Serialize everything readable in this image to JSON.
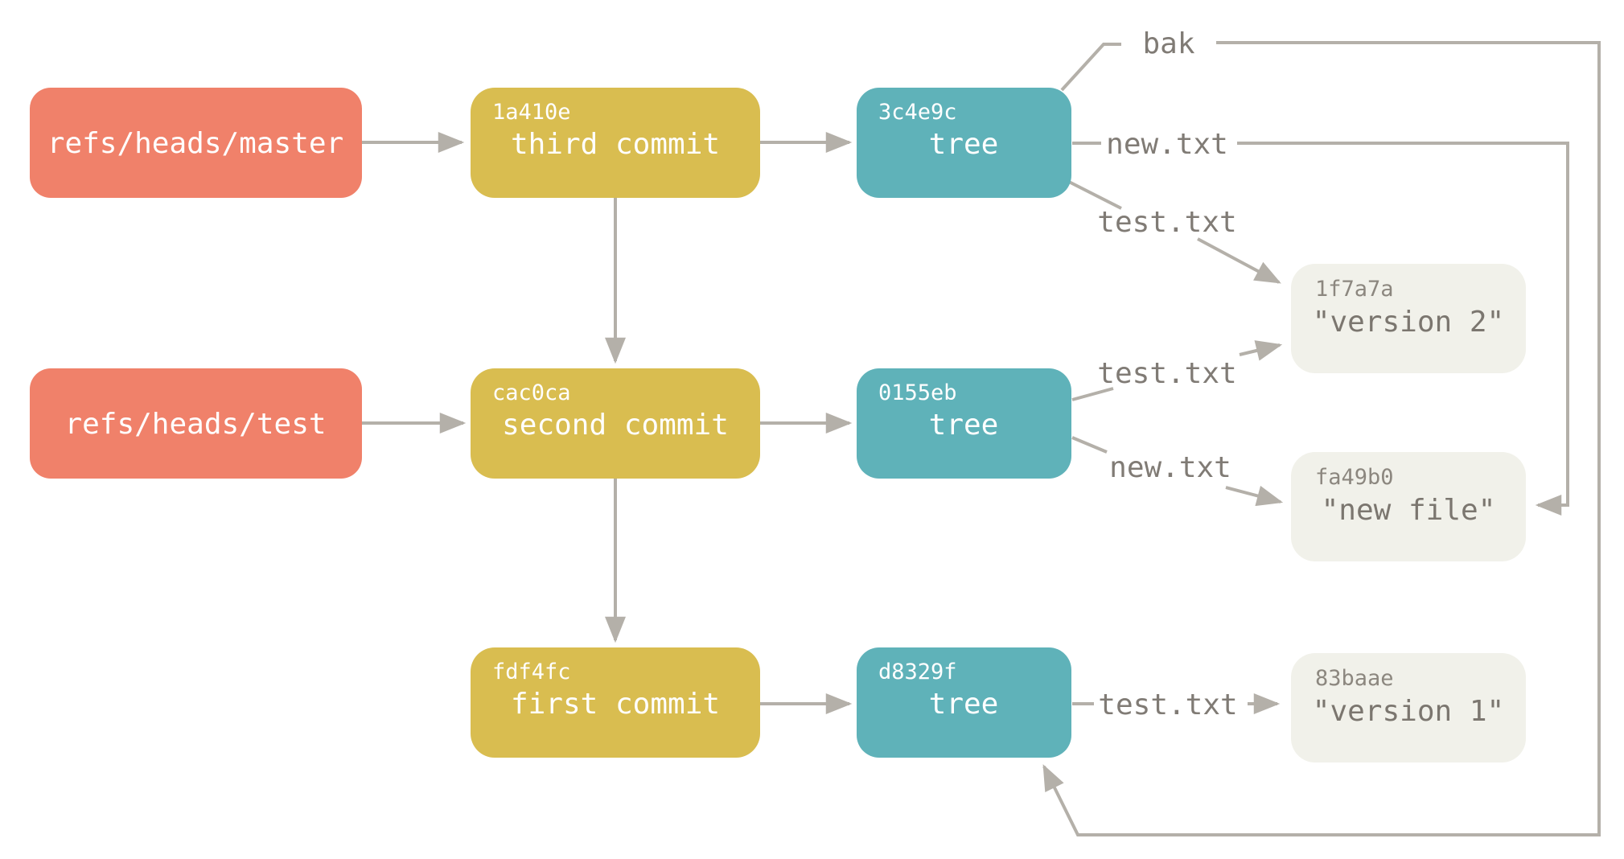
{
  "colors": {
    "ref": "#f0816a",
    "commit": "#d9bd50",
    "tree": "#5fb2b9",
    "blob": "#f1f1ea",
    "line": "#b4b0a9"
  },
  "nodes": {
    "ref_master": {
      "label": "refs/heads/master"
    },
    "ref_test": {
      "label": "refs/heads/test"
    },
    "commit_third": {
      "id": "1a410e",
      "label": "third commit"
    },
    "commit_second": {
      "id": "cac0ca",
      "label": "second commit"
    },
    "commit_first": {
      "id": "fdf4fc",
      "label": "first commit"
    },
    "tree_third": {
      "id": "3c4e9c",
      "label": "tree"
    },
    "tree_second": {
      "id": "0155eb",
      "label": "tree"
    },
    "tree_first": {
      "id": "d8329f",
      "label": "tree"
    },
    "blob_version2": {
      "id": "1f7a7a",
      "label": "\"version 2\""
    },
    "blob_new_file": {
      "id": "fa49b0",
      "label": "\"new file\""
    },
    "blob_version1": {
      "id": "83baae",
      "label": "\"version 1\""
    }
  },
  "edge_labels": {
    "bak": "bak",
    "top_new_txt": "new.txt",
    "top_test_txt": "test.txt",
    "mid_test_txt": "test.txt",
    "mid_new_txt": "new.txt",
    "bottom_test_txt": "test.txt"
  }
}
